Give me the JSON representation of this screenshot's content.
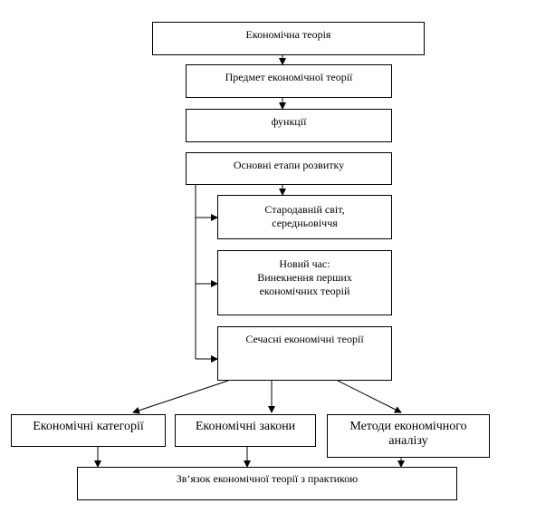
{
  "diagram": {
    "nodes": {
      "root": "Економічна теорія",
      "subject": "Предмет економічної теорії",
      "functions": "функції",
      "stages": "Основні етапи розвитку",
      "ancient": "Стародавній світ,\nсередньовіччя",
      "modern": "Новий час:\nВинекнення перших\nекономічних теорій",
      "contemporary": "Сечасні економічні теорії",
      "categories": "Економічні категорії",
      "laws": "Економічні закони",
      "methods": "Методи економічного\nаналізу",
      "practice": "Зв’язок економічної теорії з практикою"
    }
  }
}
